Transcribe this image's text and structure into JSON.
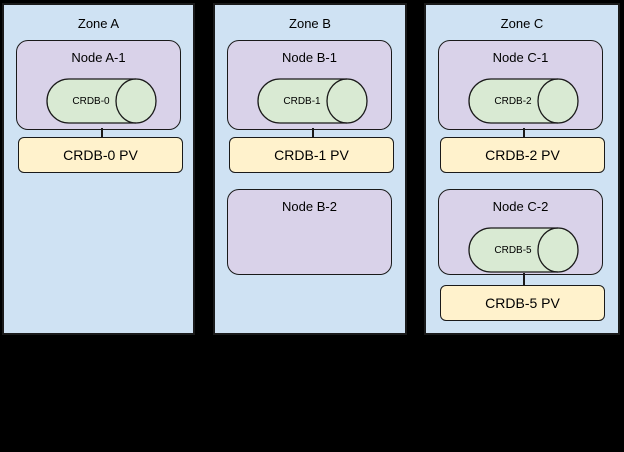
{
  "colors": {
    "background": "#000000",
    "zone_fill": "#cfe2f3",
    "node_fill": "#d9d2e9",
    "cylinder_fill": "#d9ead3",
    "pv_fill": "#fff2cc",
    "stroke": "#1a1a1a"
  },
  "zones": [
    {
      "title": "Zone A",
      "nodes": [
        {
          "title": "Node A-1",
          "pod": "CRDB-0",
          "pv": "CRDB-0 PV"
        }
      ]
    },
    {
      "title": "Zone B",
      "nodes": [
        {
          "title": "Node B-1",
          "pod": "CRDB-1",
          "pv": "CRDB-1 PV"
        },
        {
          "title": "Node B-2"
        }
      ]
    },
    {
      "title": "Zone C",
      "nodes": [
        {
          "title": "Node C-1",
          "pod": "CRDB-2",
          "pv": "CRDB-2 PV"
        },
        {
          "title": "Node C-2",
          "pod": "CRDB-5",
          "pv": "CRDB-5 PV"
        }
      ]
    }
  ]
}
